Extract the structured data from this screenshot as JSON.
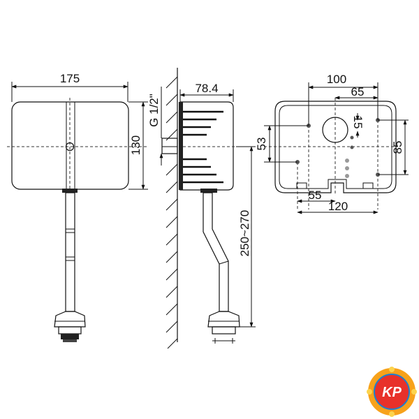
{
  "front_view": {
    "width_label": "175",
    "height_label": "130"
  },
  "side_view": {
    "depth_label": "78.4",
    "thread_label": "G 1/2\"",
    "range_label": "250~270"
  },
  "back_view": {
    "top_label": "100",
    "inner_top_label": "65",
    "hole_label": "15",
    "left_label": "53",
    "right_label": "85",
    "bottom_inner_label": "55",
    "bottom_label": "120"
  },
  "logo": {
    "text": "KP",
    "colors": {
      "outer": "#f7a21b",
      "inner": "#e8312a",
      "ring": "#1c7fd0",
      "text": "#ffffff"
    }
  }
}
